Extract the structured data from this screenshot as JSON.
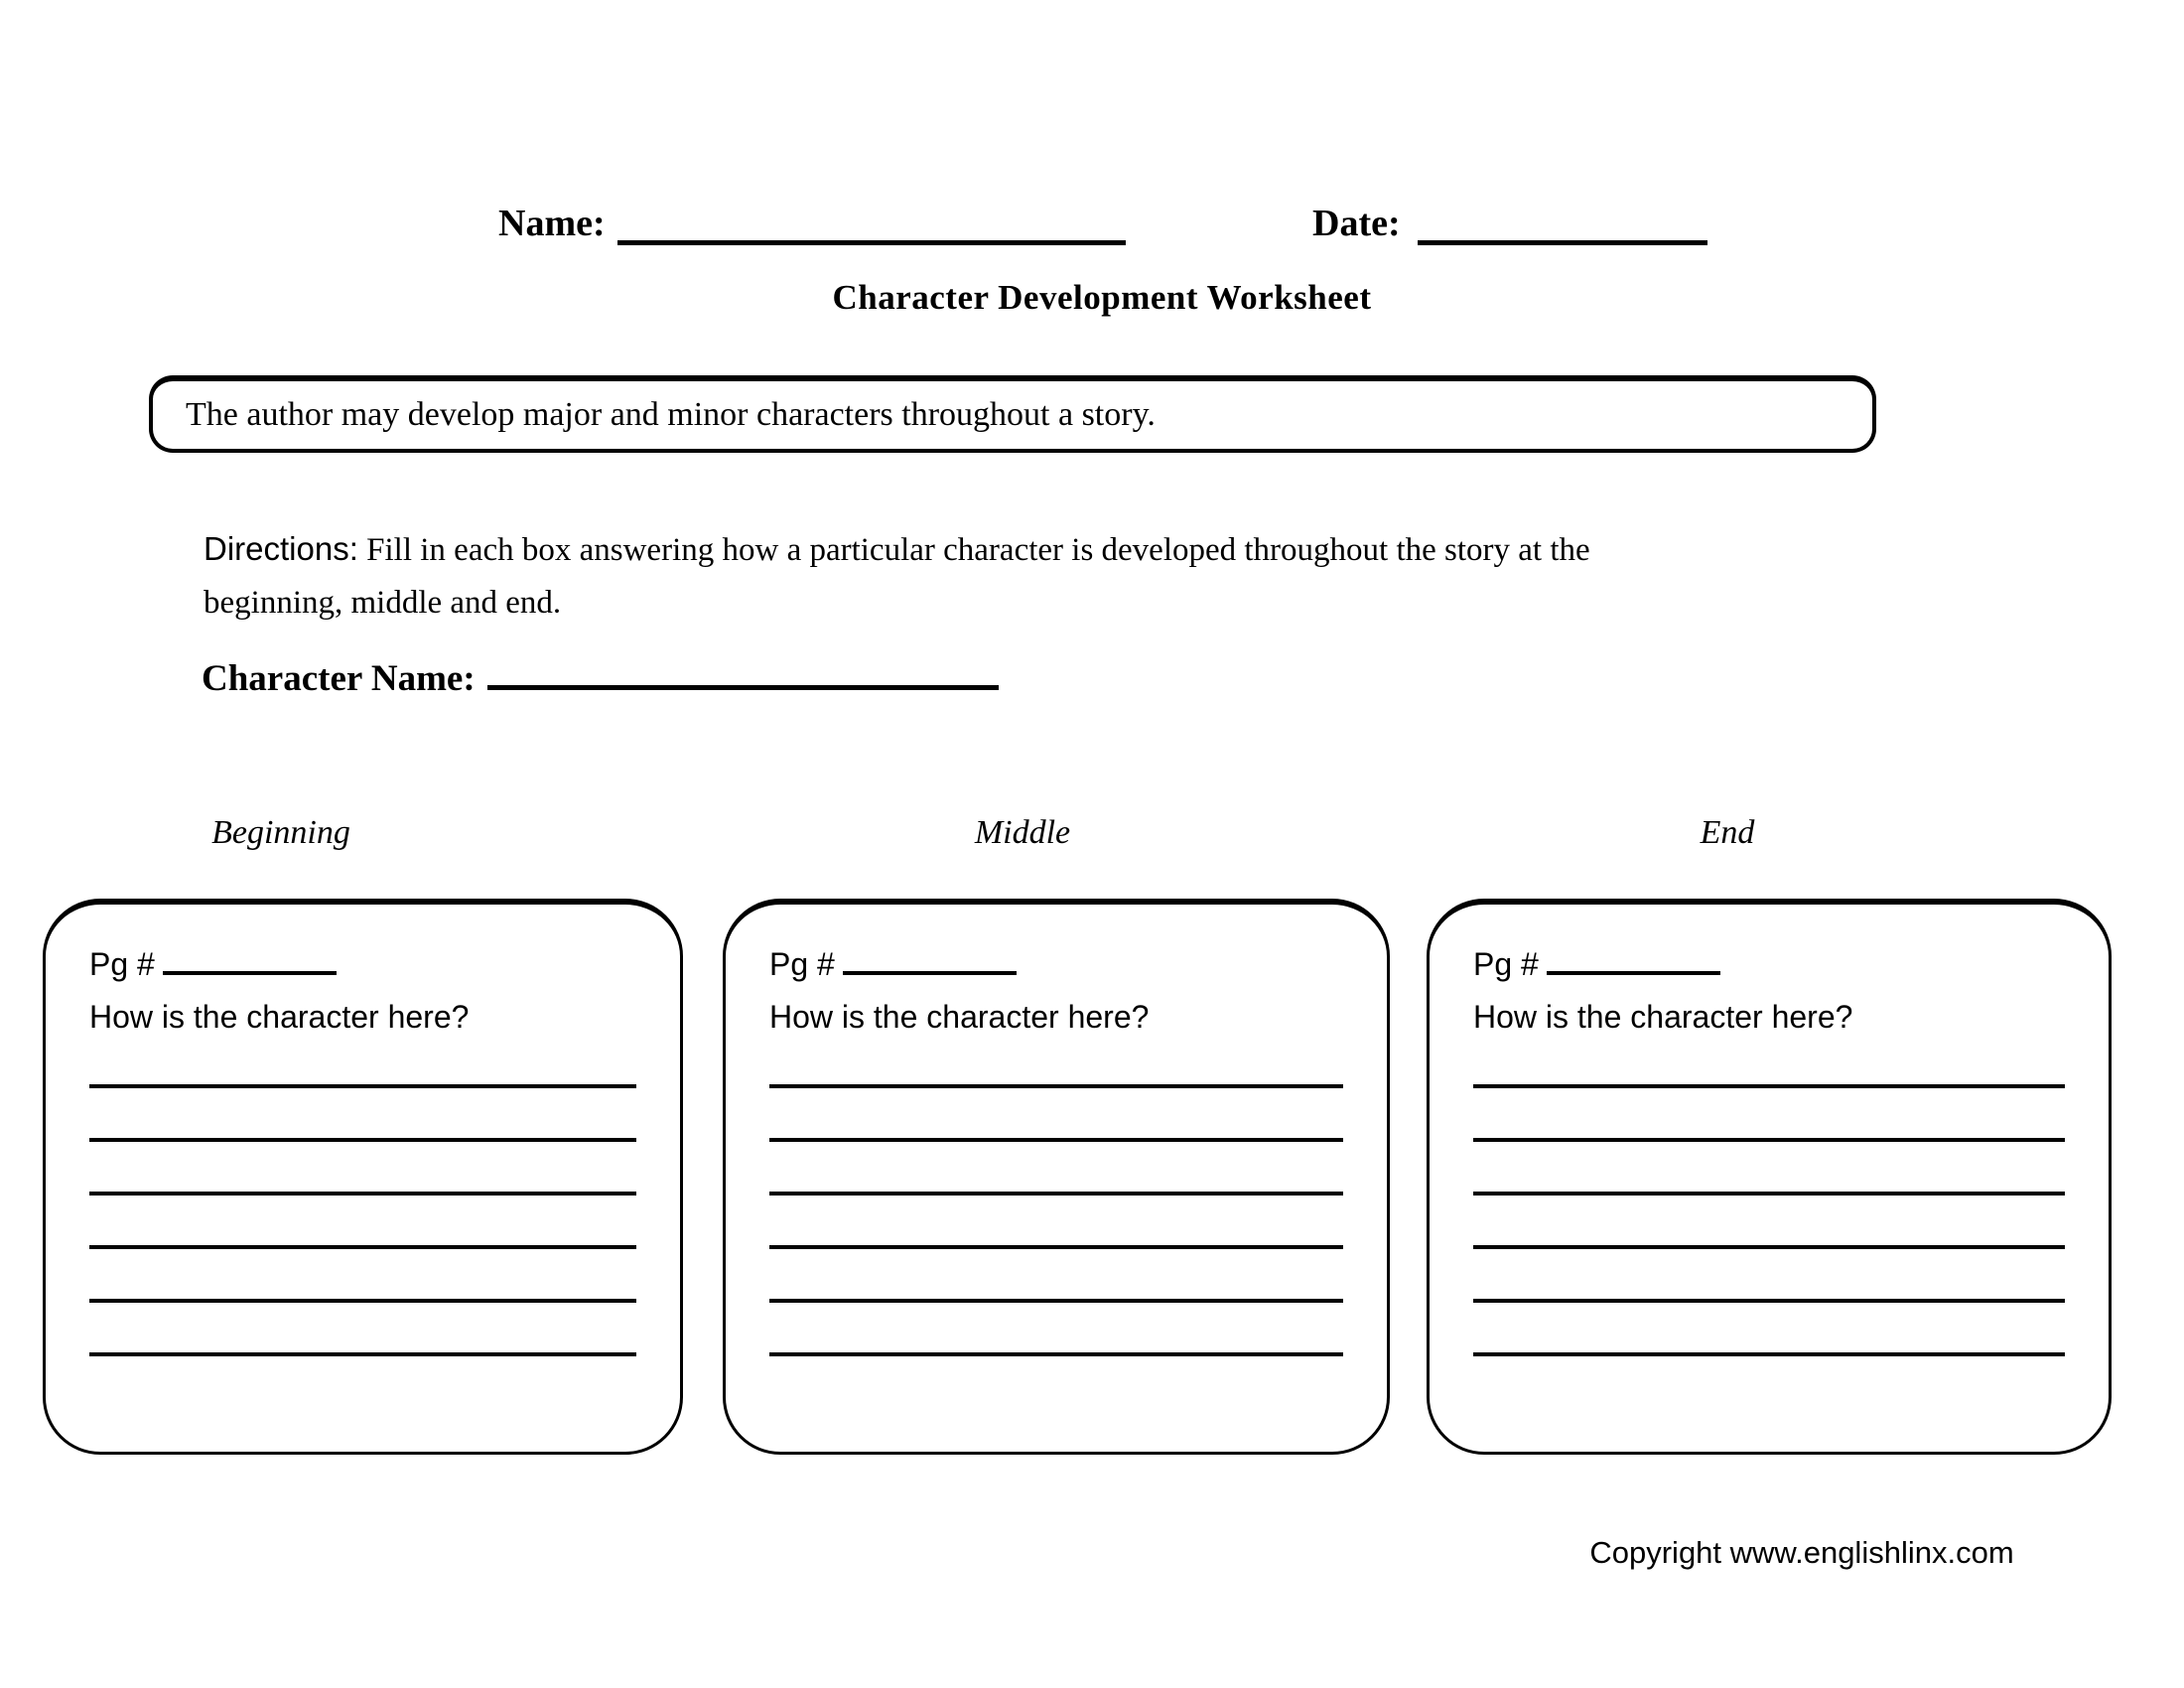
{
  "header": {
    "name_label": "Name:",
    "date_label": "Date:"
  },
  "title": "Character Development Worksheet",
  "callout": "The author may develop major and minor characters throughout a story.",
  "directions": {
    "label": "Directions:",
    "line1": "Fill in each box answering how a particular character is developed throughout the story at the",
    "line2": "beginning, middle and end."
  },
  "character_name_label": "Character Name:",
  "sections": [
    {
      "heading": "Beginning",
      "pg_label": "Pg #",
      "prompt": "How is the character here?",
      "num_lines": 6
    },
    {
      "heading": "Middle",
      "pg_label": "Pg #",
      "prompt": "How is the character here?",
      "num_lines": 6
    },
    {
      "heading": "End",
      "pg_label": "Pg #",
      "prompt": "How is the character here?",
      "num_lines": 6
    }
  ],
  "footer": {
    "copyright": "Copyright www.englishlinx.com"
  },
  "colors": {
    "ink": "#000000",
    "paper": "#ffffff"
  }
}
